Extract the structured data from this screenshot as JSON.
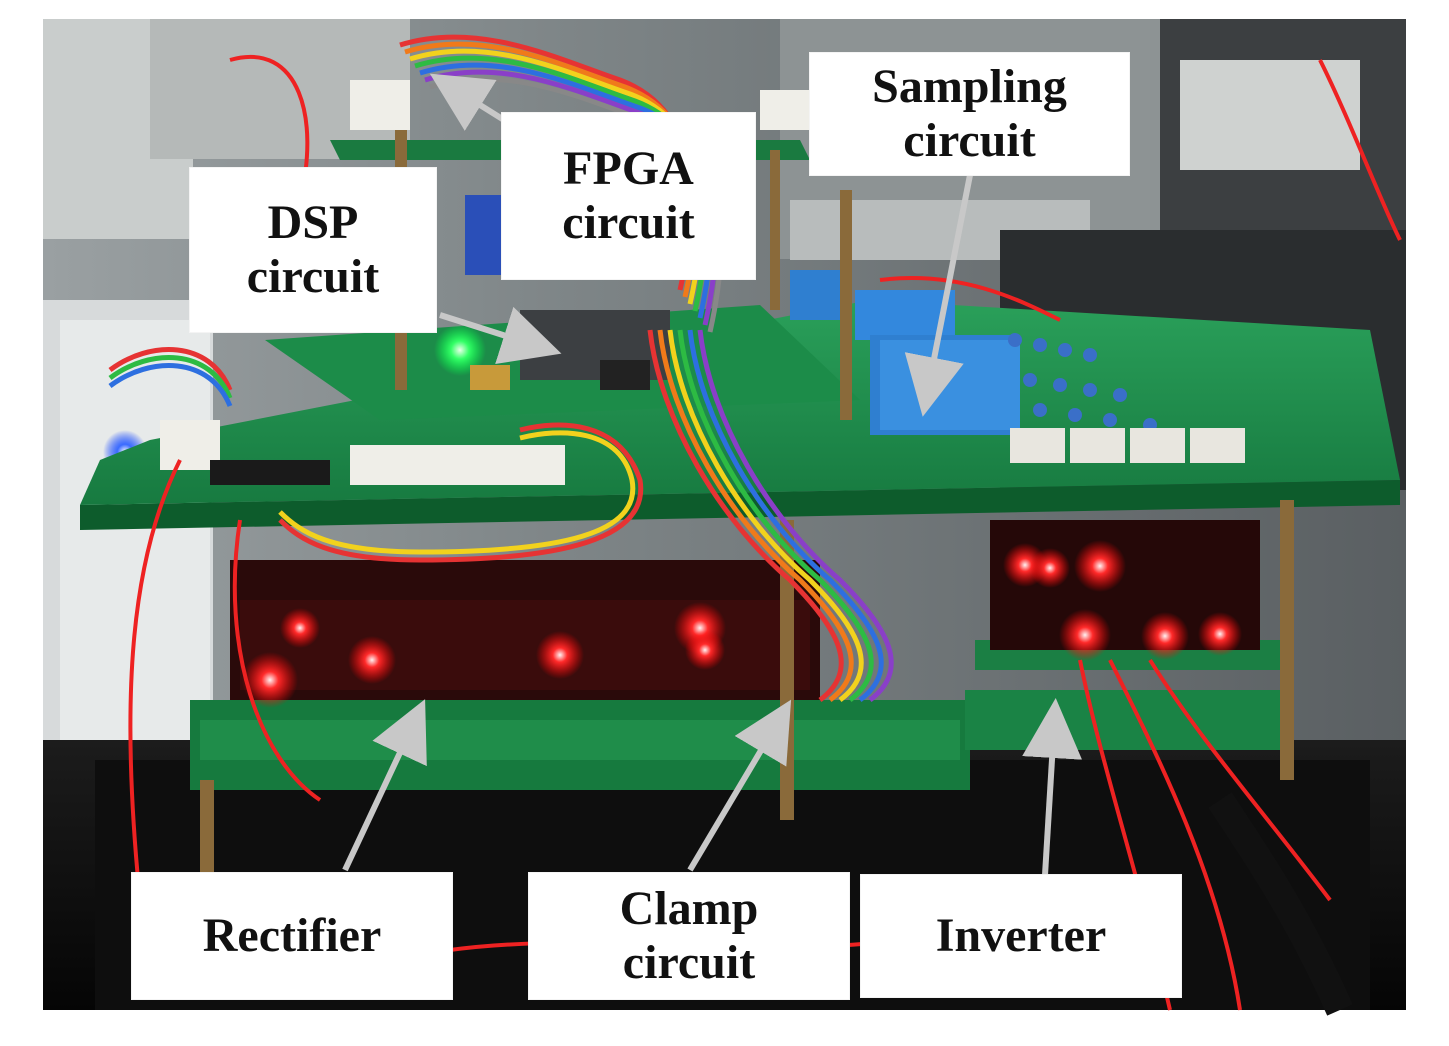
{
  "figure": {
    "labels": {
      "dsp": {
        "line1": "DSP",
        "line2": "circuit"
      },
      "fpga": {
        "line1": "FPGA",
        "line2": "circuit"
      },
      "sampling": {
        "line1": "Sampling",
        "line2": "circuit"
      },
      "rectifier": {
        "line1": "Rectifier"
      },
      "clamp": {
        "line1": "Clamp",
        "line2": "circuit"
      },
      "inverter": {
        "line1": "Inverter"
      }
    },
    "colors": {
      "label_bg": "#ffffff",
      "label_text": "#111111",
      "arrow": "#c0c0c0",
      "pcb_green": "#1f8a4c",
      "led_red": "#ff2020",
      "led_green": "#33ff66",
      "cap_blue": "#2f7fd0"
    },
    "icons": [
      "photo-of-circuit-boards",
      "arrow-pointer"
    ]
  }
}
